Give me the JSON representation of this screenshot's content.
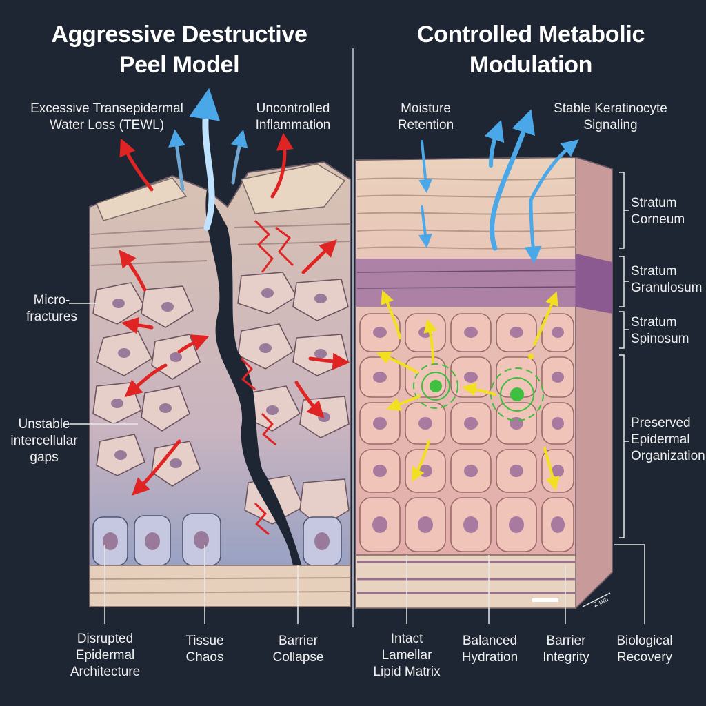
{
  "colors": {
    "background": "#1f2633",
    "damage_arrow": "#e02424",
    "water_arrow": "#4aa8e8",
    "signal_arrow": "#f2e020",
    "signal_cell": "#3fbf3f"
  },
  "left_panel": {
    "title": "Aggressive Destructive\nPeel Model",
    "labels": {
      "tewl": "Excessive Transepidermal\nWater Loss (TEWL)",
      "inflammation": "Uncontrolled\nInflammation",
      "microfractures": "Micro-\nfractures",
      "gaps": "Unstable\nintercellular\ngaps",
      "disrupted": "Disrupted\nEpidermal\nArchitecture",
      "chaos": "Tissue\nChaos",
      "collapse": "Barrier\nCollapse"
    }
  },
  "right_panel": {
    "title": "Controlled Metabolic\nModulation",
    "labels": {
      "moisture": "Moisture\nRetention",
      "keratinocyte": "Stable Keratinocyte\nSignaling",
      "corneum": "Stratum\nCorneum",
      "granulosum": "Stratum\nGranulosum",
      "spinosum": "Stratum\nSpinosum",
      "preserved": "Preserved\nEpidermal\nOrganization",
      "lipid": "Intact\nLamellar\nLipid Matrix",
      "hydration": "Balanced\nHydration",
      "integrity": "Barrier\nIntegrity",
      "recovery": "Biological\nRecovery",
      "scale": "2 µm"
    }
  }
}
